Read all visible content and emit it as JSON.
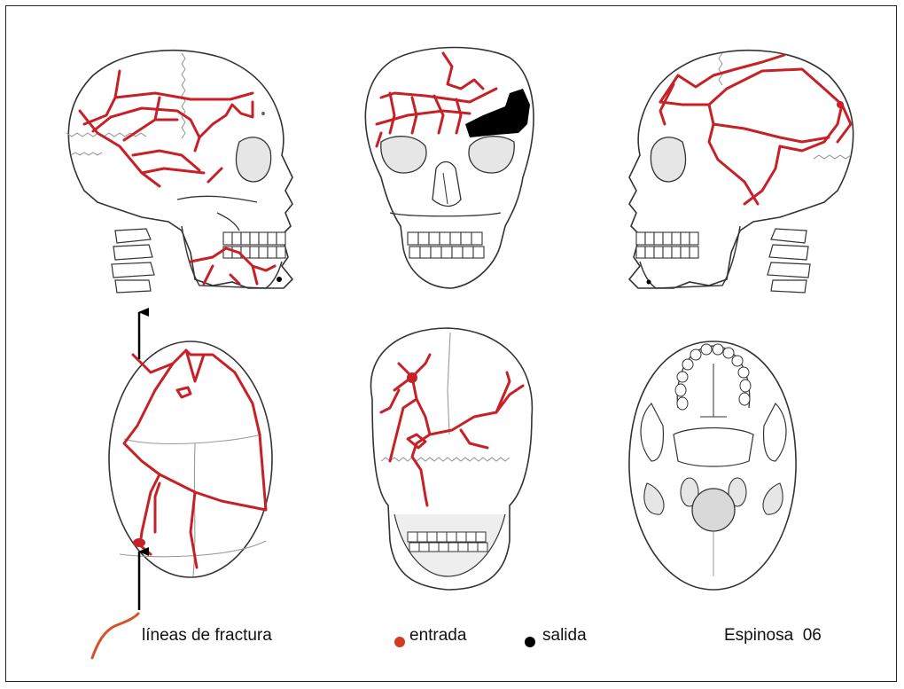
{
  "colors": {
    "fracture": "#c62127",
    "entry": "#d33a1f",
    "exit": "#000000",
    "outline": "#333333",
    "suture": "#9a9a9a",
    "fill_gray": "#d9d9d9"
  },
  "legend": {
    "fracture_label": "líneas de fractura",
    "entry_label": "entrada",
    "exit_label": "salida",
    "author": "Espinosa",
    "author_year": "06"
  },
  "views": [
    {
      "id": "lateral-left",
      "icon": "skull-lateral-left"
    },
    {
      "id": "frontal",
      "icon": "skull-frontal"
    },
    {
      "id": "lateral-right",
      "icon": "skull-lateral-right"
    },
    {
      "id": "superior",
      "icon": "skull-superior"
    },
    {
      "id": "posterior",
      "icon": "skull-posterior"
    },
    {
      "id": "inferior",
      "icon": "skull-inferior"
    }
  ]
}
